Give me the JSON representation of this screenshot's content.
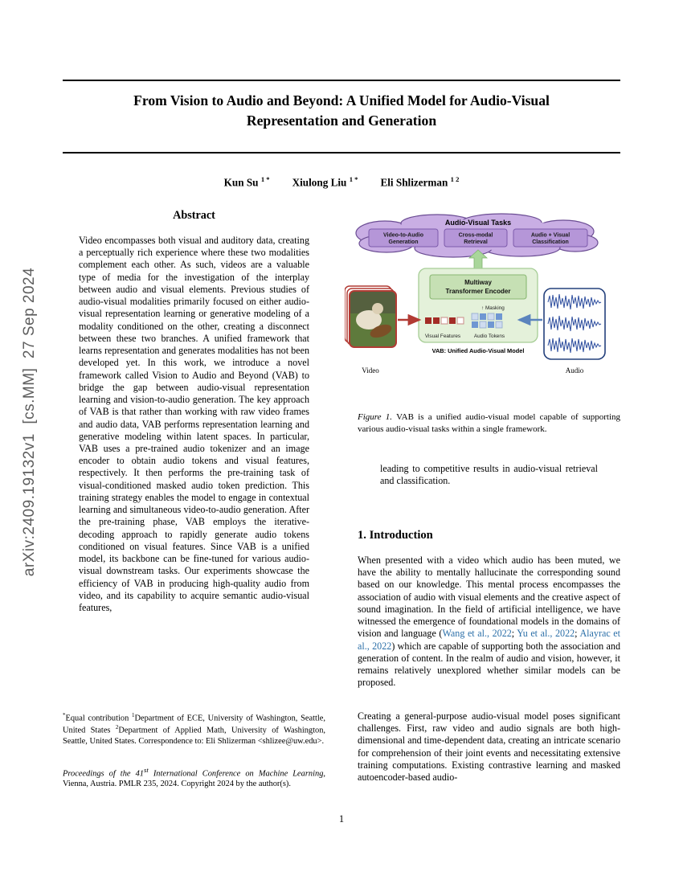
{
  "arxiv_stamp": "arXiv:2409.19132v1  [cs.MM]  27 Sep 2024",
  "header": {
    "title_line1": "From Vision to Audio and Beyond: A Unified Model for Audio-Visual",
    "title_line2": "Representation and Generation",
    "authors": [
      {
        "name": "Kun Su",
        "sup": "1 *"
      },
      {
        "name": "Xiulong Liu",
        "sup": "1 *"
      },
      {
        "name": "Eli Shlizerman",
        "sup": "1 2"
      }
    ]
  },
  "abstract": {
    "heading": "Abstract",
    "body": "Video encompasses both visual and auditory data, creating a perceptually rich experience where these two modalities complement each other. As such, videos are a valuable type of media for the investigation of the interplay between audio and visual elements. Previous studies of audio-visual modalities primarily focused on either audio-visual representation learning or generative modeling of a modality conditioned on the other, creating a disconnect between these two branches. A unified framework that learns representation and generates modalities has not been developed yet. In this work, we introduce a novel framework called Vision to Audio and Beyond (VAB) to bridge the gap between audio-visual representation learning and vision-to-audio generation. The key approach of VAB is that rather than working with raw video frames and audio data, VAB performs representation learning and generative modeling within latent spaces. In particular, VAB uses a pre-trained audio tokenizer and an image encoder to obtain audio tokens and visual features, respectively. It then performs the pre-training task of visual-conditioned masked audio token prediction. This training strategy enables the model to engage in contextual learning and simultaneous video-to-audio generation. After the pre-training phase, VAB employs the iterative-decoding approach to rapidly generate audio tokens conditioned on visual features. Since VAB is a unified model, its backbone can be fine-tuned for various audio-visual downstream tasks. Our experiments showcase the efficiency of VAB in producing high-quality audio from video, and its capability to acquire semantic audio-visual features,",
    "continuation": "leading to competitive results in audio-visual retrieval and classification."
  },
  "figure": {
    "tasks_header": "Audio-Visual Tasks",
    "task1_line1": "Video-to-Audio",
    "task1_line2": "Generation",
    "task2_line1": "Cross-modal",
    "task2_line2": "Retrieval",
    "task3_line1": "Audio + Visual",
    "task3_line2": "Classification",
    "encoder_line1": "Multiway",
    "encoder_line2": "Transformer Encoder",
    "masking": "↑ Masking",
    "visual_features": "Visual Features",
    "audio_tokens": "Audio Tokens",
    "model_label": "VAB: Unified Audio-Visual Model",
    "video_label": "Video",
    "audio_label": "Audio",
    "caption_tag": "Figure 1.",
    "caption_text": " VAB is a unified audio-visual model capable of supporting various audio-visual tasks within a single framework."
  },
  "introduction": {
    "heading": "1. Introduction",
    "p1_t1": "When presented with a video which audio has been muted, we have the ability to mentally hallucinate the corresponding sound based on our knowledge. This mental process encompasses the association of audio with visual elements and the creative aspect of sound imagination. In the field of artificial intelligence, we have witnessed the emergence of foundational models in the domains of vision and language (",
    "p1_c1": "Wang et al., 2022",
    "p1_s1": "; ",
    "p1_c2": "Yu et al., 2022",
    "p1_s2": "; ",
    "p1_c3": "Alayrac et al., 2022",
    "p1_t2": ") which are capable of supporting both the association and generation of content. In the realm of audio and vision, however, it remains relatively unexplored whether similar models can be proposed.",
    "p2": "Creating a general-purpose audio-visual model poses significant challenges. First, raw video and audio signals are both high-dimensional and time-dependent data, creating an intricate scenario for comprehension of their joint events and necessitating extensive training computations. Existing contrastive learning and masked autoencoder-based audio-"
  },
  "footnote": {
    "sym1": "*",
    "t1": "Equal contribution ",
    "sym2": "1",
    "t2": "Department of ECE, University of Washington, Seattle, United States ",
    "sym3": "2",
    "t3": "Department of Applied Math, University of Washington, Seattle, United States. Correspondence to: Eli Shlizerman ",
    "email": "<shlizee@uw.edu>",
    "t4": "."
  },
  "proceedings": {
    "italic1": "Proceedings of the 41",
    "sup": "st",
    "italic2": " International Conference on Machine Learning",
    "rest": ", Vienna, Austria. PMLR 235, 2024. Copyright 2024 by the author(s)."
  },
  "page_number": "1",
  "colors": {
    "citation_blue": "#2b6fa8",
    "cloud_purple": "#c9aee4",
    "task_box_purple": "#b596d8",
    "model_green": "#e4f1da",
    "encoder_green": "#c6e0b4",
    "visual_red": "#a32c26",
    "audio_blue": "#6f97d2",
    "waveform_blue": "#2f4f9f"
  }
}
